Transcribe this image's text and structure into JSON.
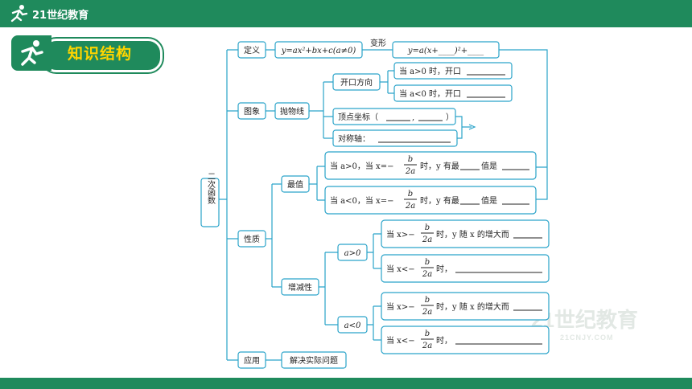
{
  "header": {
    "logo_text": "21世纪教育"
  },
  "section": {
    "title": "知识结构"
  },
  "root": "二次函数",
  "definition": {
    "label": "定义",
    "formula": "y=ax²+bx+c(a≠0)",
    "transform": "变形",
    "vertex_form": "y=a(x+____)²+____"
  },
  "graph": {
    "label": "图象",
    "parabola": "抛物线",
    "opening": "开口方向",
    "a_pos": "当 a>0 时，开口",
    "a_neg": "当 a<0 时，开口",
    "vertex": "顶点坐标（",
    "vertex_end": "）",
    "axis": "对称轴："
  },
  "property": {
    "label": "性质",
    "extreme": "最值",
    "ext_pos_a": "当 a>0，当 x=−",
    "ext_pos_b": "时，y 有最",
    "ext_pos_c": "值是",
    "ext_neg_a": "当 a<0，当 x=−",
    "ext_neg_b": "时，y 有最",
    "ext_neg_c": "值是",
    "monotonic": "增减性",
    "a_gt0": "a>0",
    "a_lt0": "a<0",
    "gt_a": "当 x>−",
    "gt_b": "时，y 随 x 的增大而",
    "lt_a": "当 x<−",
    "lt_b": "时，",
    "frac_num": "b",
    "frac_den": "2a"
  },
  "application": {
    "label": "应用",
    "item": "解决实际问题"
  },
  "watermark": {
    "main": "21世纪教育",
    "sub": "21CNJY.COM"
  },
  "colors": {
    "brand": "#1f8a5c",
    "title": "#ffd500",
    "line": "#2aa3c9"
  }
}
